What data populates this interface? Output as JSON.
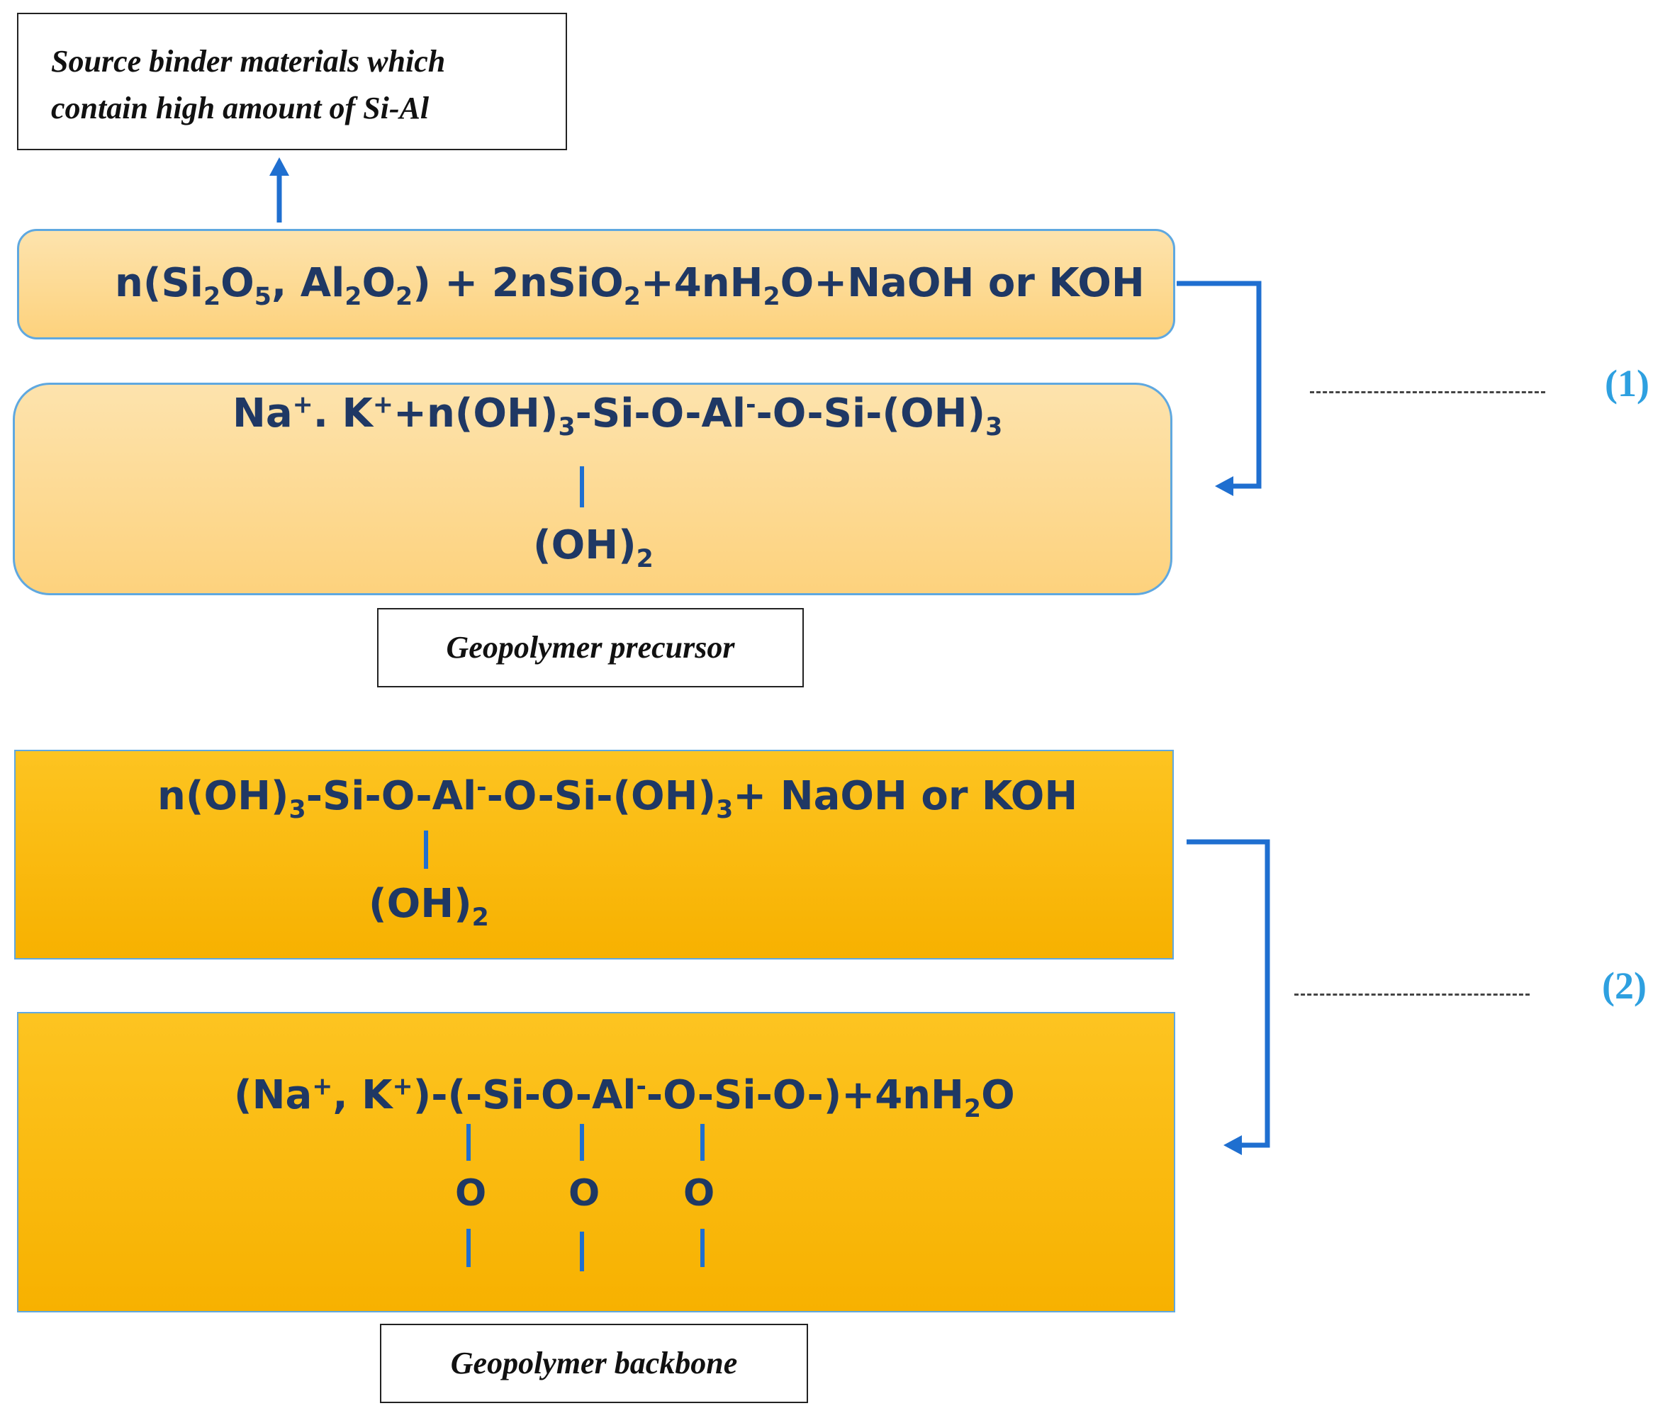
{
  "source_note": {
    "line1": "Source binder materials which",
    "line2": "contain high amount of Si-Al"
  },
  "stage1": {
    "reactants": {
      "a": "n(Si",
      "a_sub1": "2",
      "b": "O",
      "b_sub": "5",
      "c": ", Al",
      "c_sub1": "2",
      "d": "O",
      "d_sub": "2",
      "e": ") + 2nSiO",
      "e_sub": "2",
      "f": "+4nH",
      "f_sub": "2",
      "g": "O+NaOH or KOH"
    },
    "precursor": {
      "a": "Na",
      "a_sup": "+",
      "b": ". K",
      "b_sup": "+",
      "c": "+n(OH)",
      "c_sub": "3",
      "d": "-Si-O-Al",
      "d_sup": "-",
      "e": "-O-Si-(OH)",
      "e_sub": "3",
      "branch": "(OH)",
      "branch_sub": "2"
    },
    "label": "Geopolymer precursor",
    "step": "(1)"
  },
  "stage2": {
    "reactants": {
      "a": "n(OH)",
      "a_sub": "3",
      "b": "-Si-O-Al",
      "b_sup": "-",
      "c": "-O-Si-(OH)",
      "c_sub": "3",
      "d": "+ NaOH or KOH",
      "branch": "(OH)",
      "branch_sub": "2"
    },
    "backbone": {
      "a": "(Na",
      "a_sup": "+",
      "b": ", K",
      "b_sup": "+",
      "c": ")-(-Si-O-Al",
      "c_sup": "-",
      "d": "-O-Si-O-)+4nH",
      "d_sub": "2",
      "e": "O",
      "o1": "O",
      "o2": "O",
      "o3": "O"
    },
    "label": "Geopolymer backbone",
    "step": "(2)"
  },
  "colors": {
    "stage1_fill": "#fdd88f",
    "stage2_fill": "#fcbe00",
    "arrow": "#1f6fd0",
    "text": "#1f3864",
    "step_label": "#2ea0e0"
  }
}
